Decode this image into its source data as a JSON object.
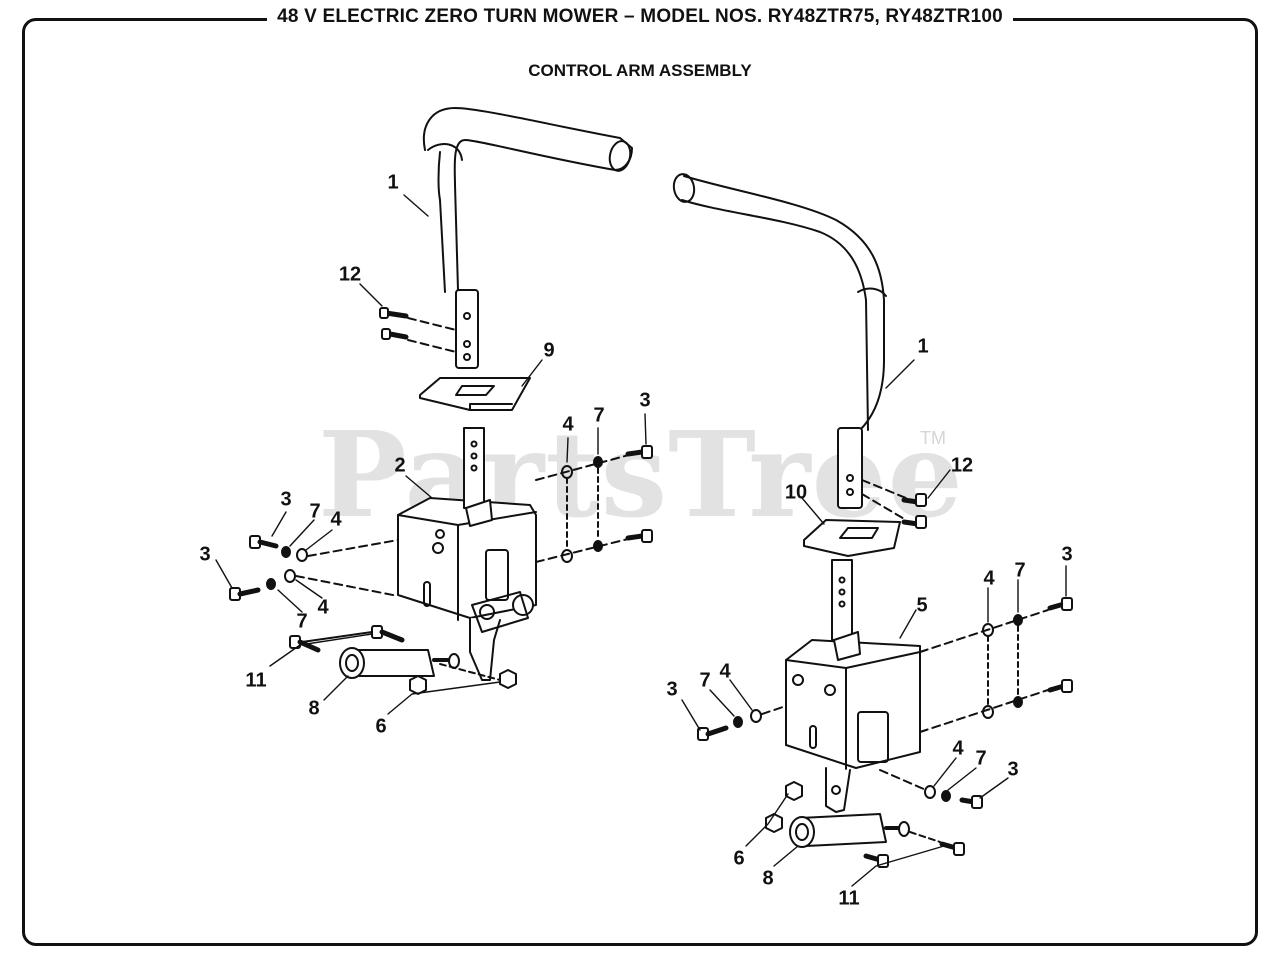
{
  "header": {
    "title": "48 V ELECTRIC ZERO TURN MOWER – MODEL NOS. RY48ZTR75, RY48ZTR100"
  },
  "diagram": {
    "title": "CONTROL ARM ASSEMBLY"
  },
  "watermark": {
    "text": "PartsTree",
    "trademark": "TM"
  },
  "callouts": [
    {
      "id": "c1",
      "text": "1"
    },
    {
      "id": "c2",
      "text": "12"
    },
    {
      "id": "c3",
      "text": "9"
    },
    {
      "id": "c4",
      "text": "4"
    },
    {
      "id": "c5",
      "text": "7"
    },
    {
      "id": "c6",
      "text": "3"
    },
    {
      "id": "c7",
      "text": "2"
    },
    {
      "id": "c8",
      "text": "3"
    },
    {
      "id": "c9",
      "text": "7"
    },
    {
      "id": "c10",
      "text": "4"
    },
    {
      "id": "c11",
      "text": "3"
    },
    {
      "id": "c12",
      "text": "7"
    },
    {
      "id": "c13",
      "text": "4"
    },
    {
      "id": "c14",
      "text": "11"
    },
    {
      "id": "c15",
      "text": "8"
    },
    {
      "id": "c16",
      "text": "6"
    },
    {
      "id": "c17",
      "text": "1"
    },
    {
      "id": "c18",
      "text": "12"
    },
    {
      "id": "c19",
      "text": "10"
    },
    {
      "id": "c20",
      "text": "5"
    },
    {
      "id": "c21",
      "text": "4"
    },
    {
      "id": "c22",
      "text": "7"
    },
    {
      "id": "c23",
      "text": "3"
    },
    {
      "id": "c24",
      "text": "3"
    },
    {
      "id": "c25",
      "text": "7"
    },
    {
      "id": "c26",
      "text": "4"
    },
    {
      "id": "c27",
      "text": "4"
    },
    {
      "id": "c28",
      "text": "7"
    },
    {
      "id": "c29",
      "text": "3"
    },
    {
      "id": "c30",
      "text": "6"
    },
    {
      "id": "c31",
      "text": "8"
    },
    {
      "id": "c32",
      "text": "11"
    }
  ]
}
